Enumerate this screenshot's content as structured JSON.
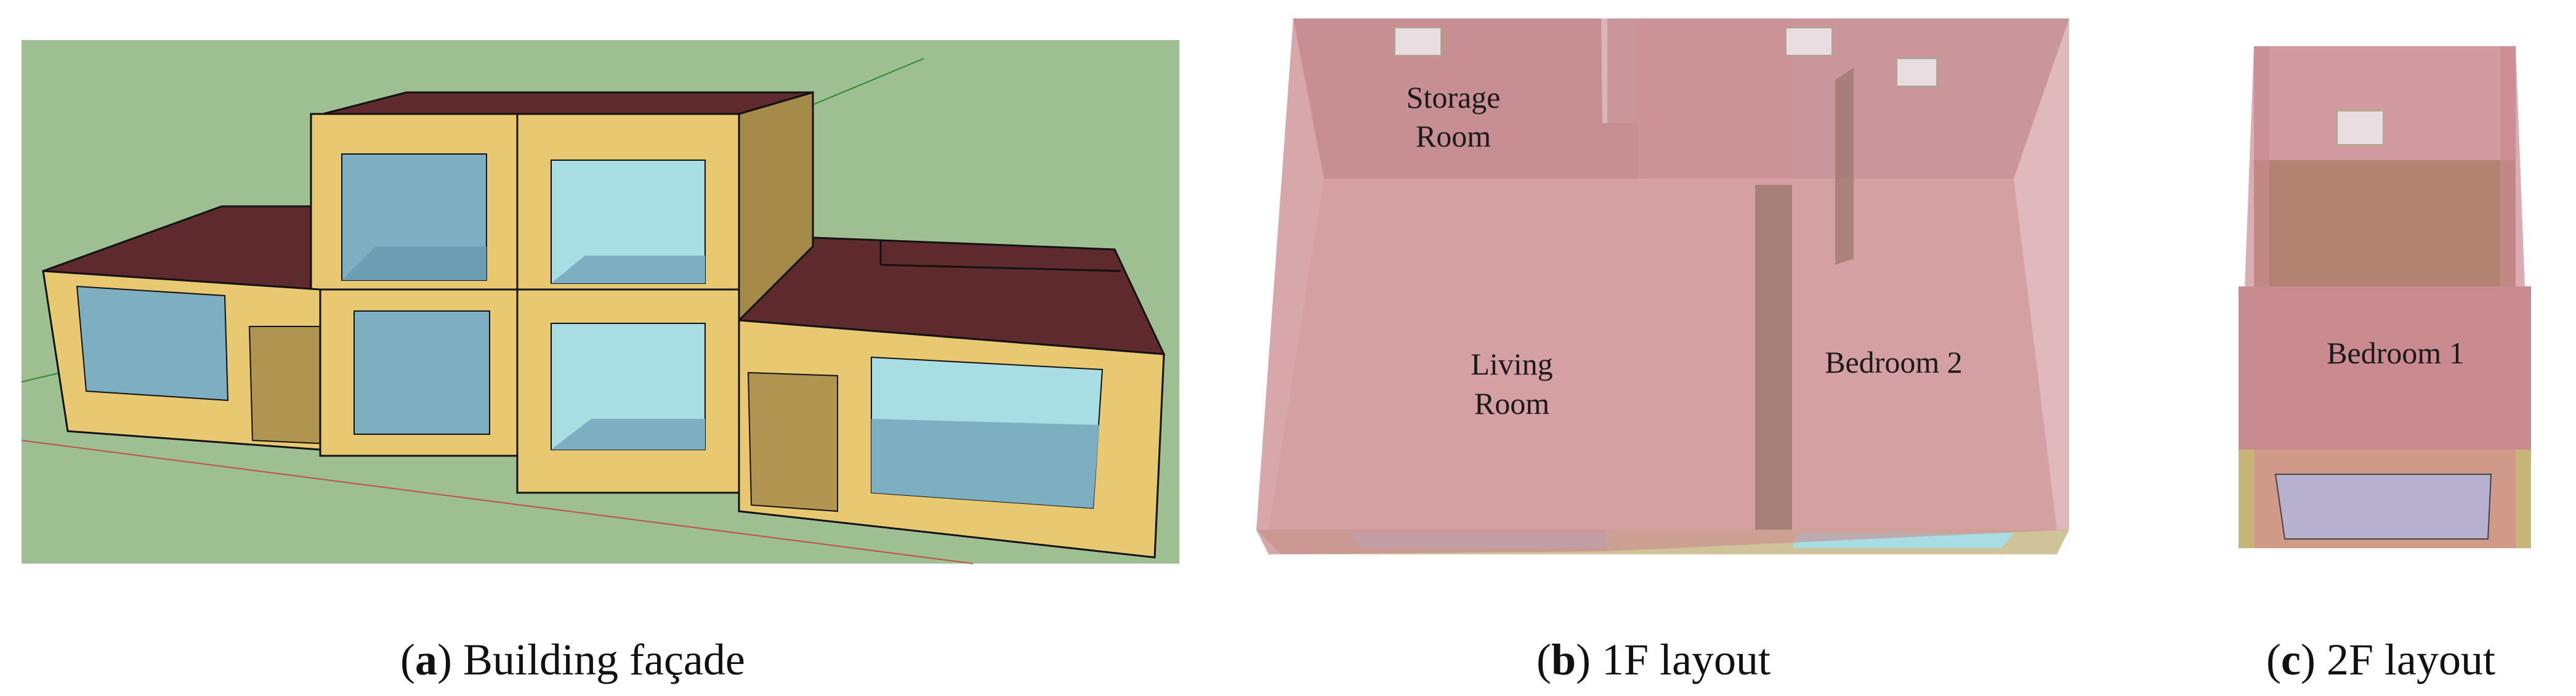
{
  "figure": {
    "panels": [
      {
        "id": "a",
        "letter": "a",
        "title": "Building façade"
      },
      {
        "id": "b",
        "letter": "b",
        "title": "1F layout",
        "rooms": [
          "Storage",
          "Room",
          "Living",
          "Room",
          "Bedroom 2"
        ]
      },
      {
        "id": "c",
        "letter": "c",
        "title": "2F layout",
        "rooms": [
          "Bedroom 1"
        ]
      }
    ]
  },
  "colors": {
    "ground": "#9dbf91",
    "wall": "#e8c870",
    "roof": "#5e2a2e",
    "window": "#7eaec2",
    "door": "#b09450",
    "room_translucent": "#c98a90",
    "floor_1f": "#d4a0a4"
  }
}
